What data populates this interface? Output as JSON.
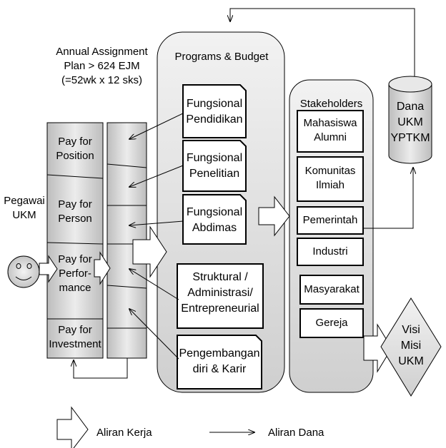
{
  "plan": {
    "line1": "Annual Assignment",
    "line2": "Plan > 624 EJM",
    "line3": "(=52wk x 12 sks)"
  },
  "programs_title": "Programs & Budget",
  "stakeholders_title": "Stakeholders",
  "pegawai": {
    "line1": "Pegawai",
    "line2": "UKM"
  },
  "pay": [
    {
      "line1": "Pay for",
      "line2": "Position"
    },
    {
      "line1": "Pay for",
      "line2": "Person"
    },
    {
      "line1": "Pay for",
      "line2": "Perfor-",
      "line3": "mance"
    },
    {
      "line1": "Pay for",
      "line2": "Investment"
    }
  ],
  "programs": [
    {
      "line1": "Fungsional",
      "line2": "Pendidikan"
    },
    {
      "line1": "Fungsional",
      "line2": "Penelitian"
    },
    {
      "line1": "Fungsional",
      "line2": "Abdimas"
    },
    {
      "line1": "Struktural /",
      "line2": "Administrasi/",
      "line3": "Entrepreneurial"
    },
    {
      "line1": "Pengembangan",
      "line2": "diri & Karir"
    }
  ],
  "stakeholders": [
    {
      "line1": "Mahasiswa",
      "line2": "Alumni"
    },
    {
      "line1": "Komunitas",
      "line2": "Ilmiah"
    },
    {
      "line1": "Pemerintah"
    },
    {
      "line1": "Industri"
    },
    {
      "line1": "Masyarakat"
    },
    {
      "line1": "Gereja"
    }
  ],
  "dana": {
    "line1": "Dana",
    "line2": "UKM",
    "line3": "YPTKM"
  },
  "visi": {
    "line1": "Visi",
    "line2": "Misi",
    "line3": "UKM"
  },
  "legend": {
    "work": "Aliran Kerja",
    "fund": "Aliran  Dana"
  },
  "colors": {
    "fill_light": "#e6e6e6",
    "fill_dark": "#c8c8c8",
    "stroke": "#000000"
  }
}
